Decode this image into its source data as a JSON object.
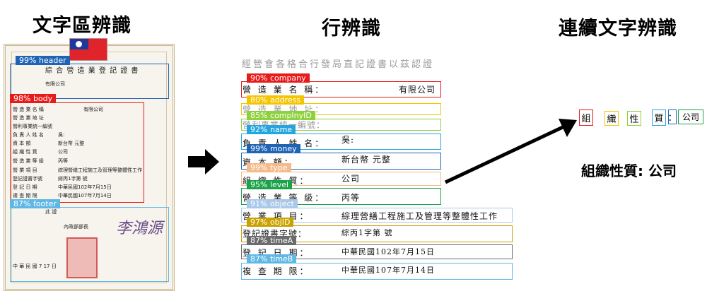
{
  "titles": {
    "region": "文字區辨識",
    "line": "行辨識",
    "connected": "連續文字辨識"
  },
  "region_tags": [
    {
      "label": "99% header",
      "color": "#1f64b4"
    },
    {
      "label": "98% body",
      "color": "#e81b1b"
    },
    {
      "label": "87% footer",
      "color": "#5fb7e5"
    }
  ],
  "certificate": {
    "heading": "綜 合 營 造 業 登 記 證 書",
    "company_row": "有限公司",
    "field_labels": [
      "營 造 業 名 稱",
      "營 造 業 地 址",
      "營利事業統一編號",
      "負 責 人 姓 名",
      "資 本 額",
      "組 織 性 質",
      "營 造 業 等 級",
      "營 業 項 目",
      "登記證書字號",
      "登 記 日 期",
      "複 查 期 限"
    ],
    "field_values": [
      "有限公司",
      "",
      "",
      "吳:",
      "新台幣            元整",
      "公司",
      "丙等",
      "綜理營繕工程施工及管理等整體性工作",
      "綜丙1字第          號",
      "中華民國102年7月15日",
      "中華民國107年7月14日"
    ],
    "footer_note": "此 證",
    "minister": "內政部部長",
    "signature": "李鴻源",
    "date_row": "中 華 民 國                     7      17  日"
  },
  "line_tags": [
    {
      "label": "90% company",
      "color": "#e81b1b"
    },
    {
      "label": "80% address",
      "color": "#f5c400"
    },
    {
      "label": "85% compInyID",
      "color": "#8dd13c"
    },
    {
      "label": "92% name",
      "color": "#23a6e0"
    },
    {
      "label": "99% money",
      "color": "#1f64b4"
    },
    {
      "label": "99% type",
      "color": "#f6b98a"
    },
    {
      "label": "95% level",
      "color": "#1aa34a"
    },
    {
      "label": "91% object",
      "color": "#a9c8ea"
    },
    {
      "label": "97% objID",
      "color": "#c9a200"
    },
    {
      "label": "87% timeA",
      "color": "#6b6b6b"
    },
    {
      "label": "87% timeB",
      "color": "#5fb7e5"
    }
  ],
  "line_texts": {
    "top_faded": "經營會各格合行發局直記證書以茲認證",
    "company": "營  造  業  名  稱：",
    "company_value": "有限公司",
    "address": "營  造  業  地  址：",
    "compid": "營利事業統一編號：",
    "name": "負  責  人  姓  名：",
    "name_value": "吳:",
    "money": "資        本        額：",
    "money_value": "新台幣              元整",
    "type": "組  織  性  質：",
    "type_value": "公司",
    "level": "營  造  業  等  級：",
    "level_value": "丙等",
    "object": "營  業  項  目：",
    "object_value": "綜理營繕工程施工及管理等整體性工作",
    "objid": "登記證書字號：",
    "objid_value": "綜丙1字第              號",
    "timea": "登  記  日  期：",
    "timea_value": "中華民國102年7月15日",
    "timeb": "複  查  期  限：",
    "timeb_value": "中華民國107年7月14日"
  },
  "connected": {
    "chars": [
      "組",
      "織",
      "性",
      "質",
      "：",
      "公司"
    ],
    "char_colors": [
      "#e81b1b",
      "#f5c400",
      "#8dd13c",
      "#23a6e0",
      "#1f64b4",
      "#1aa34a"
    ],
    "result": "組織性質: 公司"
  }
}
